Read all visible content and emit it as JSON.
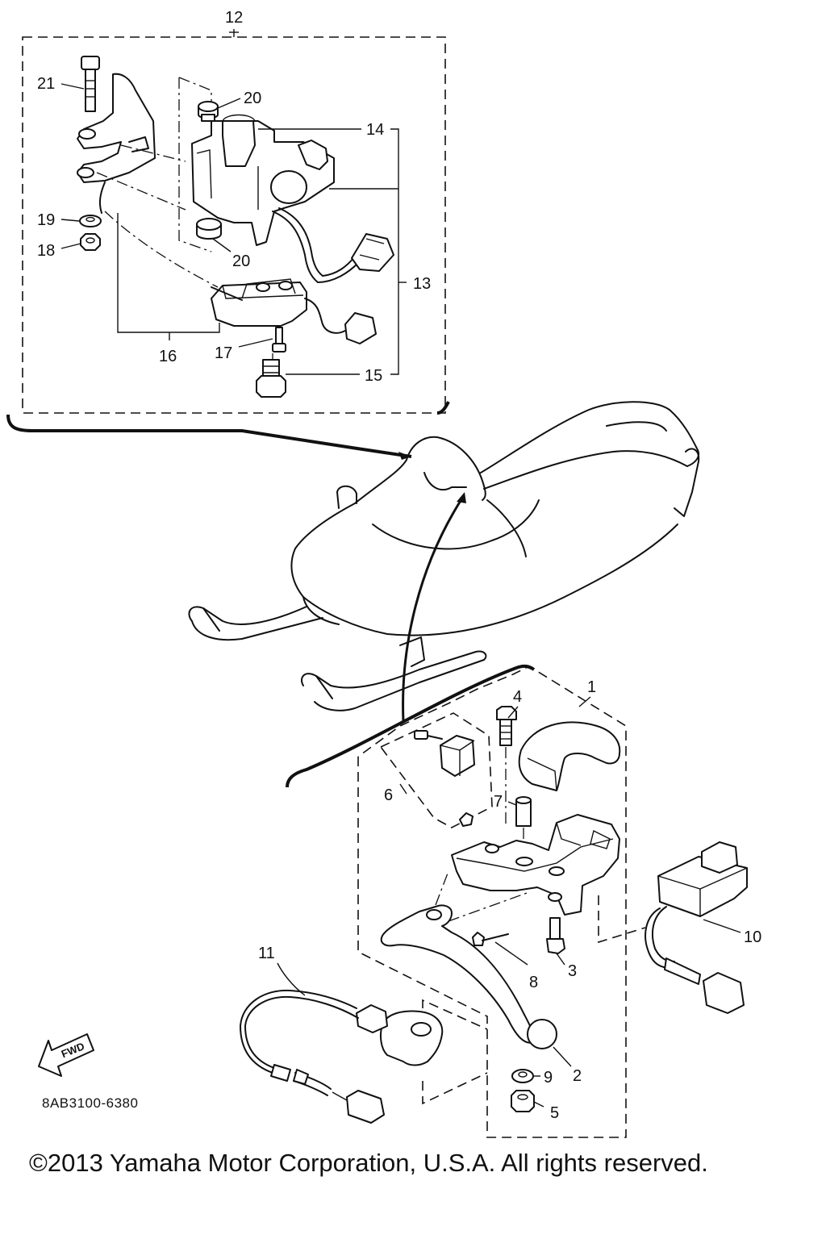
{
  "diagram": {
    "drawing_code": "8AB3100-6380",
    "copyright": "©2013 Yamaha Motor Corporation, U.S.A. All rights reserved.",
    "fwd_label": "FWD",
    "callouts": {
      "c1": "1",
      "c2": "2",
      "c3": "3",
      "c4": "4",
      "c5": "5",
      "c6": "6",
      "c7": "7",
      "c8": "8",
      "c9": "9",
      "c10": "10",
      "c11": "11",
      "c12": "12",
      "c13": "13",
      "c14": "14",
      "c15": "15",
      "c16": "16",
      "c17": "17",
      "c18": "18",
      "c19": "19",
      "c20a": "20",
      "c20b": "20",
      "c21": "21"
    }
  }
}
